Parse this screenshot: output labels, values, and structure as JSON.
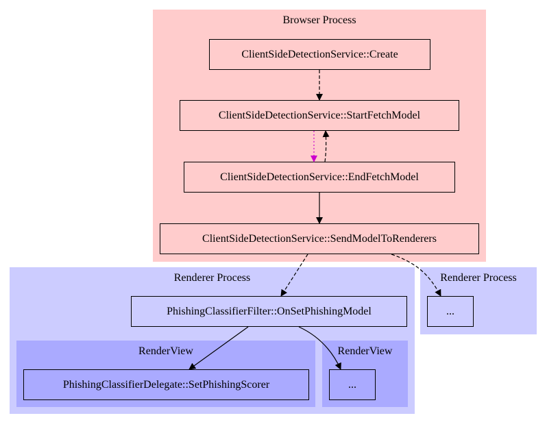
{
  "colors": {
    "browser_bg": "#ffcccc",
    "renderer_bg": "#ccccff",
    "renderview_bg": "#aaaaff",
    "edge": "#000000",
    "edge_magenta": "#cc00cc"
  },
  "clusters": {
    "browser": {
      "label": "Browser Process"
    },
    "renderer_main": {
      "label": "Renderer Process"
    },
    "renderer_other": {
      "label": "Renderer Process"
    },
    "renderview_main": {
      "label": "RenderView"
    },
    "renderview_other": {
      "label": "RenderView"
    }
  },
  "nodes": {
    "create": "ClientSideDetectionService::Create",
    "start_fetch": "ClientSideDetectionService::StartFetchModel",
    "end_fetch": "ClientSideDetectionService::EndFetchModel",
    "send_model": "ClientSideDetectionService::SendModelToRenderers",
    "on_set_model": "PhishingClassifierFilter::OnSetPhishingModel",
    "set_scorer": "PhishingClassifierDelegate::SetPhishingScorer",
    "renderview_other_node": "...",
    "renderer_other_node": "..."
  },
  "edges": [
    {
      "from": "create",
      "to": "start_fetch",
      "style": "dashed"
    },
    {
      "from": "start_fetch",
      "to": "end_fetch",
      "style": "dotted",
      "color": "magenta"
    },
    {
      "from": "end_fetch",
      "to": "start_fetch",
      "style": "dashed"
    },
    {
      "from": "end_fetch",
      "to": "send_model",
      "style": "solid"
    },
    {
      "from": "send_model",
      "to": "on_set_model",
      "style": "dashed"
    },
    {
      "from": "send_model",
      "to": "renderer_other_node",
      "style": "dashed"
    },
    {
      "from": "on_set_model",
      "to": "set_scorer",
      "style": "solid"
    },
    {
      "from": "on_set_model",
      "to": "renderview_other_node",
      "style": "solid"
    }
  ]
}
